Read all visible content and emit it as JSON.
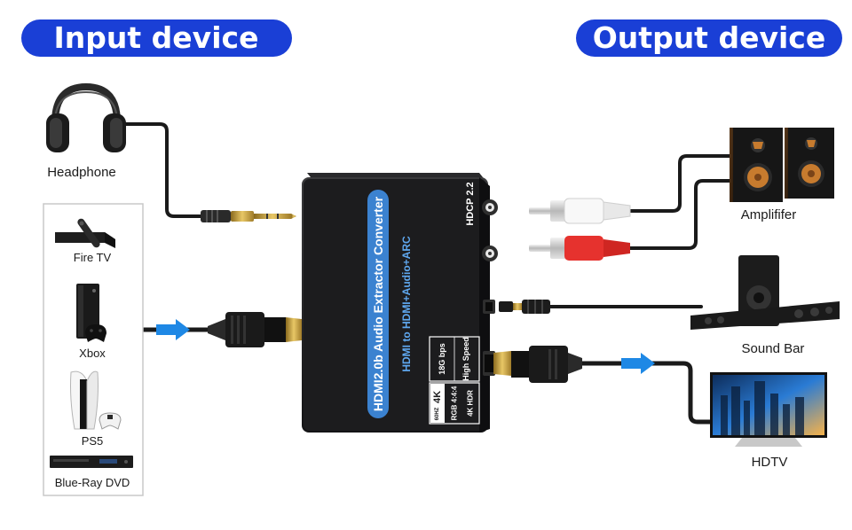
{
  "headers": {
    "input": "Input device",
    "output": "Output device"
  },
  "inputs": {
    "headphone": "Headphone",
    "fire_tv": "Fire TV",
    "xbox": "Xbox",
    "ps5": "PS5",
    "bluray": "Blue-Ray DVD"
  },
  "outputs": {
    "amplifier": "Amplififer",
    "soundbar": "Sound Bar",
    "hdtv": "HDTV"
  },
  "device": {
    "title": "HDMI2.0b Audio Extractor Converter",
    "subtitle": "HDMI to HDMI+Audio+ARC",
    "hdcp": "HDCP 2.2",
    "badge_4k": "4K",
    "badge_hz": "60HZ",
    "badge_rgb": "RGB 4:4:4",
    "badge_hdr": "4K HDR",
    "badge_bps": "18G bps",
    "badge_speed": "High Speed"
  },
  "colors": {
    "pill": "#1a3fd6",
    "arrow": "#1e88e5",
    "device_body": "#1c1c1e",
    "title_band": "#3b82d0"
  }
}
